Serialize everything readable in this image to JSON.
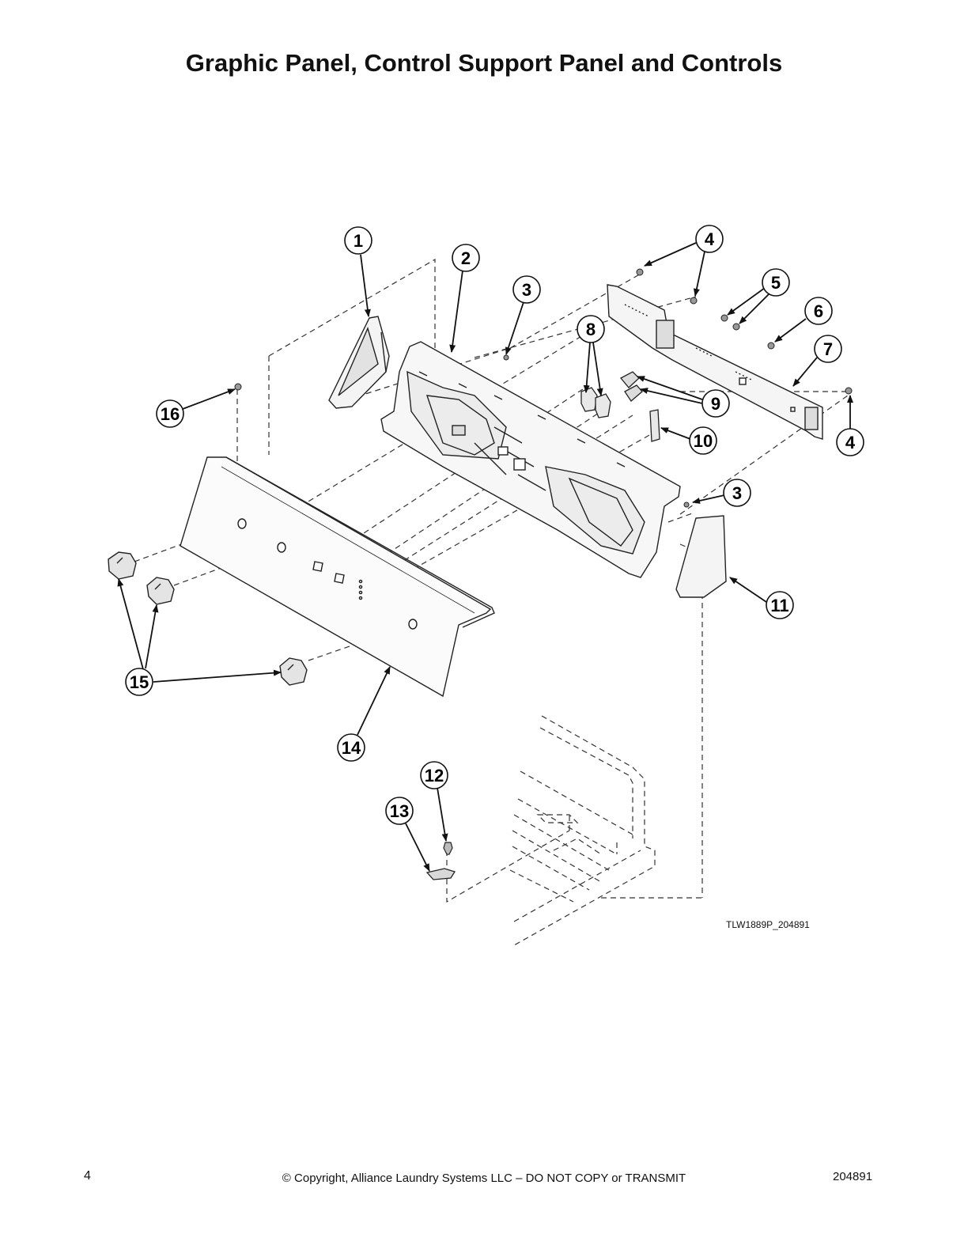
{
  "page": {
    "title": "Graphic Panel, Control Support Panel and Controls",
    "drawing_code": "TLW1889P_204891",
    "page_number": "4",
    "copyright": "© Copyright, Alliance Laundry Systems LLC – DO NOT COPY or TRANSMIT",
    "document_number": "204891"
  },
  "callouts": [
    {
      "id": "c1",
      "label": "1"
    },
    {
      "id": "c2",
      "label": "2"
    },
    {
      "id": "c3a",
      "label": "3"
    },
    {
      "id": "c4a",
      "label": "4"
    },
    {
      "id": "c5",
      "label": "5"
    },
    {
      "id": "c6",
      "label": "6"
    },
    {
      "id": "c7",
      "label": "7"
    },
    {
      "id": "c8",
      "label": "8"
    },
    {
      "id": "c9",
      "label": "9"
    },
    {
      "id": "c10",
      "label": "10"
    },
    {
      "id": "c4b",
      "label": "4"
    },
    {
      "id": "c3b",
      "label": "3"
    },
    {
      "id": "c11",
      "label": "11"
    },
    {
      "id": "c16",
      "label": "16"
    },
    {
      "id": "c15",
      "label": "15"
    },
    {
      "id": "c14",
      "label": "14"
    },
    {
      "id": "c12",
      "label": "12"
    },
    {
      "id": "c13",
      "label": "13"
    }
  ]
}
